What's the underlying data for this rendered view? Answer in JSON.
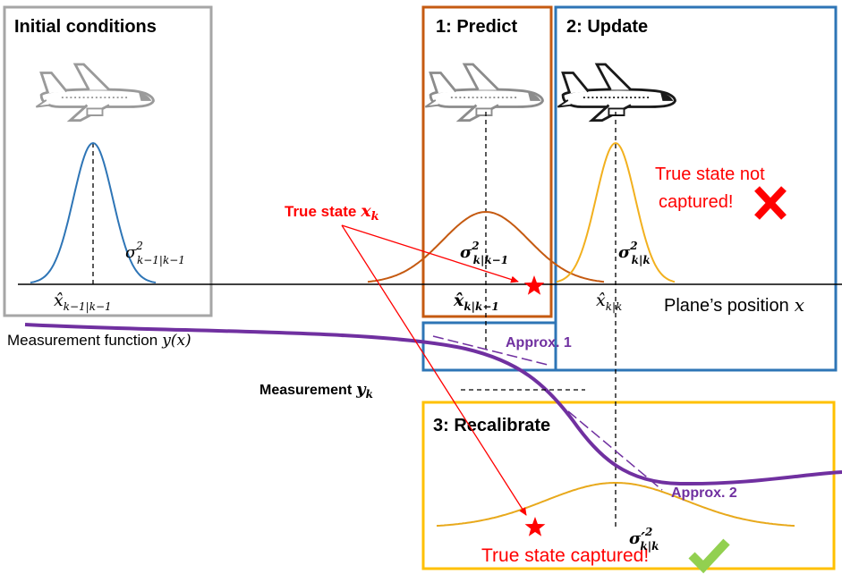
{
  "boxes": {
    "initial": "Initial conditions",
    "predict": "1: Predict",
    "update": "2: Update",
    "recalibrate": "3: Recalibrate"
  },
  "labels": {
    "true_state": "True state",
    "true_state_var": "x",
    "true_state_sub": "k",
    "not_captured_1": "True state not",
    "not_captured_2": "captured!",
    "captured": "True state captured!",
    "axis_label": "Plane’s position",
    "axis_var": "x",
    "measurement_function": "Measurement function",
    "measurement_function_var": "y(x)",
    "measurement": "Measurement",
    "measurement_var": "y",
    "measurement_sub": "k",
    "approx1": "Approx. 1",
    "approx2": "Approx. 2"
  },
  "math": {
    "sigma": "σ",
    "sigma_prime": "σ′",
    "sq": "2",
    "xhat": "x̂",
    "sub_k1k1": "k−1|k−1",
    "sub_kk1": "k|k−1",
    "sub_kk": "k|k"
  },
  "colors": {
    "initial_box": "#a6a6a6",
    "predict_box": "#c55a11",
    "update_box": "#2e75b6",
    "recalibrate_box": "#ffc000",
    "initial_curve": "#2e75b6",
    "predict_curve": "#c55a11",
    "update_curve": "#f2b01e",
    "recalibrate_curve": "#e8a91c",
    "measurement_curve": "#7030a0",
    "true_state": "#ff0000",
    "cross": "#ff0000",
    "check": "#92d050"
  },
  "icons": [
    "airplane-icon",
    "star-icon",
    "cross-icon",
    "check-icon"
  ]
}
